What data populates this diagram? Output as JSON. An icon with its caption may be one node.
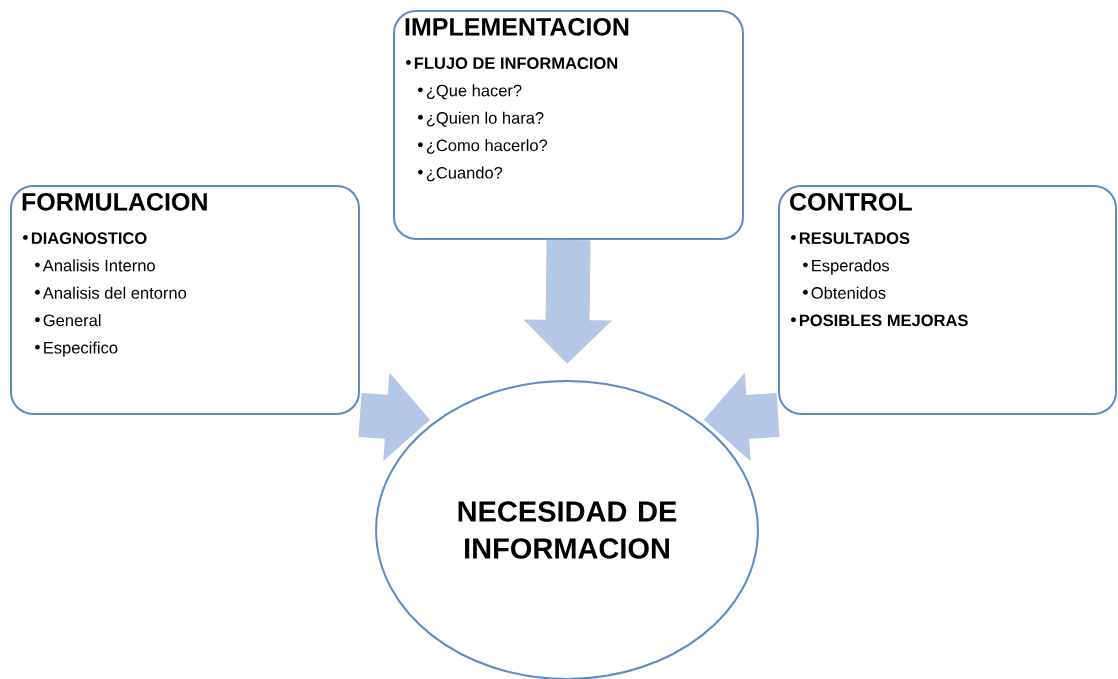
{
  "diagram": {
    "nodes": [
      {
        "text": [
          "FORMULACION",
          "DIAGNOSTICO",
          "Analisis Interno",
          "Analisis del entorno",
          "General",
          "Especifico"
        ]
      },
      {
        "text": [
          "IMPLEMENTACION",
          "FLUJO DE INFORMACION",
          "¿Que hacer?",
          "¿Quien lo hara?",
          "¿Como hacerlo?",
          "¿Cuando?"
        ]
      },
      {
        "text": [
          "CONTROL",
          "RESULTADOS",
          "Esperados",
          "Obtenidos",
          "POSIBLES MEJORAS"
        ]
      },
      {
        "text": [
          "NECESIDAD DE INFORMACION"
        ]
      }
    ],
    "edges": [
      {
        "from": 0,
        "to": 3,
        "arrow": "to"
      },
      {
        "from": 1,
        "to": 3,
        "arrow": "to"
      },
      {
        "from": 2,
        "to": 3,
        "arrow": "to"
      }
    ]
  }
}
